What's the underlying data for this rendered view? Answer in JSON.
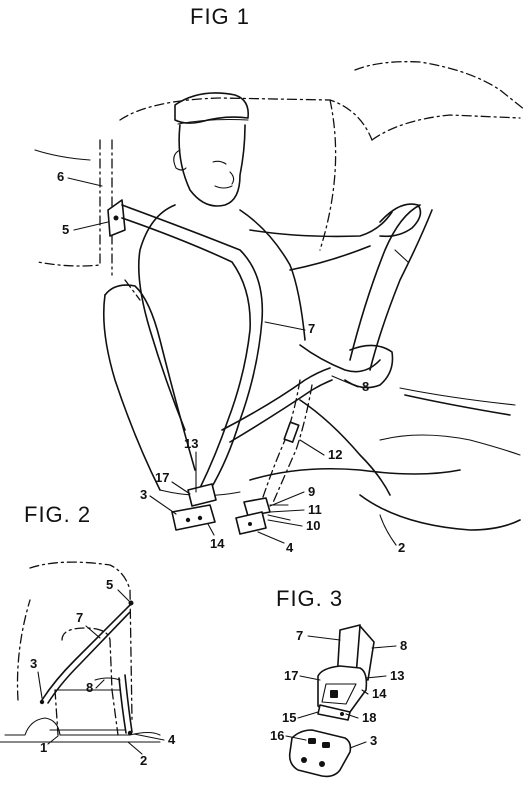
{
  "figures": [
    {
      "title": "FIG 1",
      "labels": [
        "6",
        "5",
        "7",
        "8",
        "13",
        "12",
        "17",
        "3",
        "9",
        "11",
        "10",
        "14",
        "4",
        "2"
      ]
    },
    {
      "title": "FIG. 2",
      "labels": [
        "5",
        "7",
        "3",
        "8",
        "1",
        "2",
        "4"
      ]
    },
    {
      "title": "FIG. 3",
      "labels": [
        "7",
        "8",
        "17",
        "13",
        "14",
        "15",
        "18",
        "16",
        "3"
      ]
    }
  ]
}
